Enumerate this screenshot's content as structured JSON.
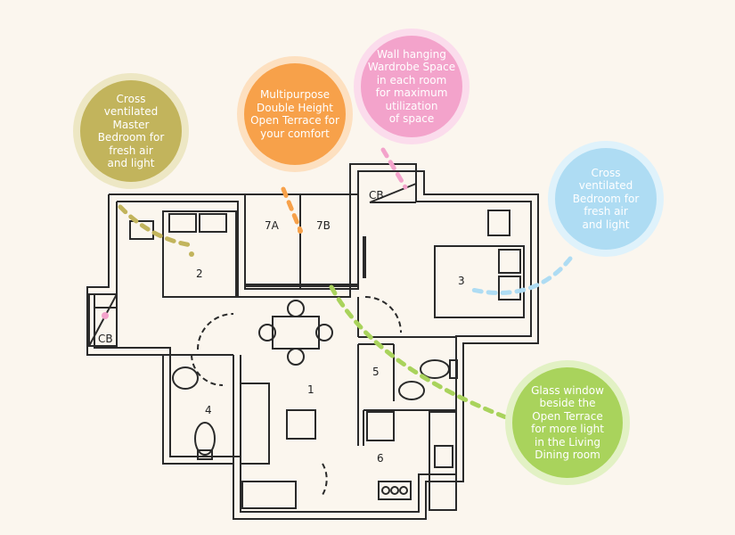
{
  "callouts": [
    {
      "text": "Cross\nventilated\nMaster\nBedroom for\nfresh air\nand light",
      "fill": "#c2b45c",
      "ring": "#ede7c4",
      "text_color": "#ffffff"
    },
    {
      "text": "Multipurpose\nDouble Height\nOpen Terrace for\nyour comfort",
      "fill": "#f7a14a",
      "ring": "#fde0c0",
      "text_color": "#ffffff"
    },
    {
      "text": "Wall hanging\nWardrobe Space\nin each room\nfor maximum\nutilization\nof space",
      "fill": "#f3a3cb",
      "ring": "#fbdcec",
      "text_color": "#ffffff"
    },
    {
      "text": "Cross\nventilated\nBedroom for\nfresh air\nand light",
      "fill": "#aedcf3",
      "ring": "#dff2fb",
      "text_color": "#ffffff"
    },
    {
      "text": "Glass window\nbeside the\nOpen Terrace\nfor more light\nin the Living\nDining room",
      "fill": "#a9d35c",
      "ring": "#e2f1c4",
      "text_color": "#ffffff"
    }
  ],
  "rooms": {
    "living_dining": "1",
    "master_bedroom": "2",
    "bedroom": "3",
    "bath_common": "4",
    "bath_ensuite": "5",
    "kitchen": "6",
    "terrace_a": "7A",
    "terrace_b": "7B",
    "cb_left": "CB",
    "cb_top": "CB"
  },
  "colors": {
    "background": "#fbf6ee",
    "wall": "#2a2a2a",
    "master_connector": "#c2b45c",
    "terrace_connector": "#f7a14a",
    "wardrobe_connector": "#f3a3cb",
    "bedroom_connector": "#aedcf3",
    "window_connector": "#a9d35c"
  }
}
